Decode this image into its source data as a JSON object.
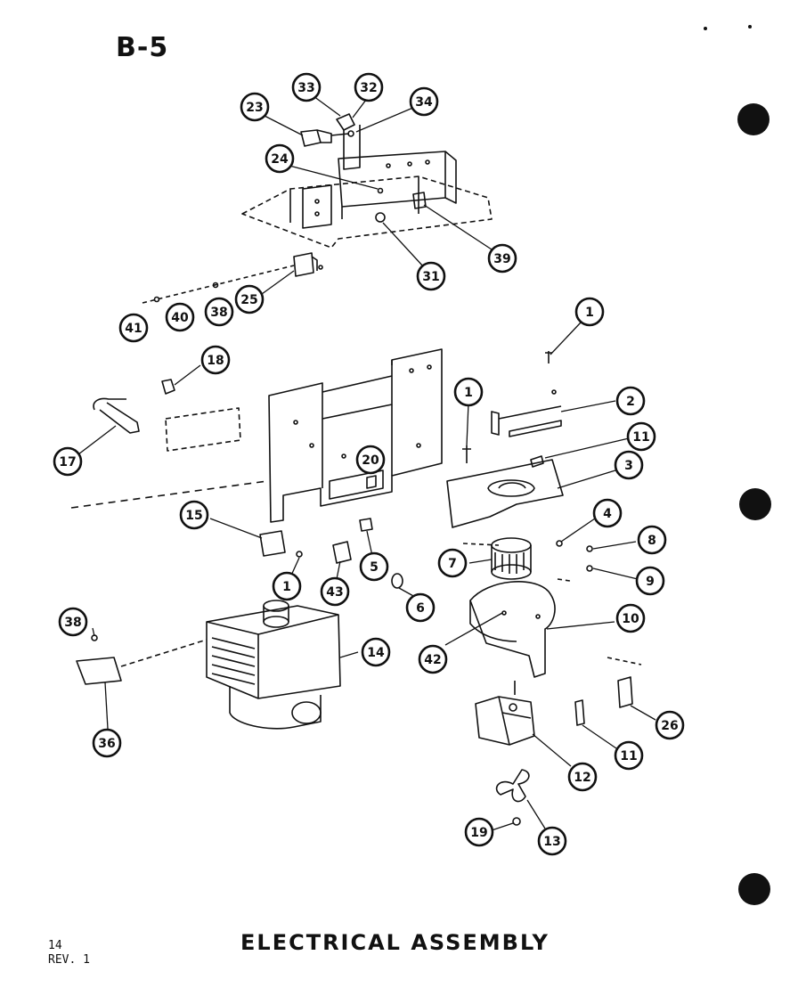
{
  "sheet_id": "B-5",
  "title": "ELECTRICAL ASSEMBLY",
  "page_number": "14",
  "revision": "REV. 1",
  "callouts": [
    {
      "id": "c33",
      "label": "33"
    },
    {
      "id": "c32",
      "label": "32"
    },
    {
      "id": "c34a",
      "label": "34"
    },
    {
      "id": "c23",
      "label": "23"
    },
    {
      "id": "c24",
      "label": "24"
    },
    {
      "id": "c39",
      "label": "39"
    },
    {
      "id": "c31",
      "label": "31"
    },
    {
      "id": "c25",
      "label": "25"
    },
    {
      "id": "c38a",
      "label": "38"
    },
    {
      "id": "c40",
      "label": "40"
    },
    {
      "id": "c41",
      "label": "41"
    },
    {
      "id": "c1a",
      "label": "1"
    },
    {
      "id": "c18",
      "label": "18"
    },
    {
      "id": "c2",
      "label": "2"
    },
    {
      "id": "c1b",
      "label": "1"
    },
    {
      "id": "c11a",
      "label": "11"
    },
    {
      "id": "c17",
      "label": "17"
    },
    {
      "id": "c20",
      "label": "20"
    },
    {
      "id": "c3",
      "label": "3"
    },
    {
      "id": "c15",
      "label": "15"
    },
    {
      "id": "c4",
      "label": "4"
    },
    {
      "id": "c8",
      "label": "8"
    },
    {
      "id": "c7",
      "label": "7"
    },
    {
      "id": "c5",
      "label": "5"
    },
    {
      "id": "c9",
      "label": "9"
    },
    {
      "id": "c1c",
      "label": "1"
    },
    {
      "id": "c43",
      "label": "43"
    },
    {
      "id": "c6",
      "label": "6"
    },
    {
      "id": "c38b",
      "label": "38"
    },
    {
      "id": "c10",
      "label": "10"
    },
    {
      "id": "c14",
      "label": "14"
    },
    {
      "id": "c42",
      "label": "42"
    },
    {
      "id": "c36",
      "label": "36"
    },
    {
      "id": "c26",
      "label": "26"
    },
    {
      "id": "c11b",
      "label": "11"
    },
    {
      "id": "c12",
      "label": "12"
    },
    {
      "id": "c19",
      "label": "19"
    },
    {
      "id": "c13",
      "label": "13"
    }
  ]
}
